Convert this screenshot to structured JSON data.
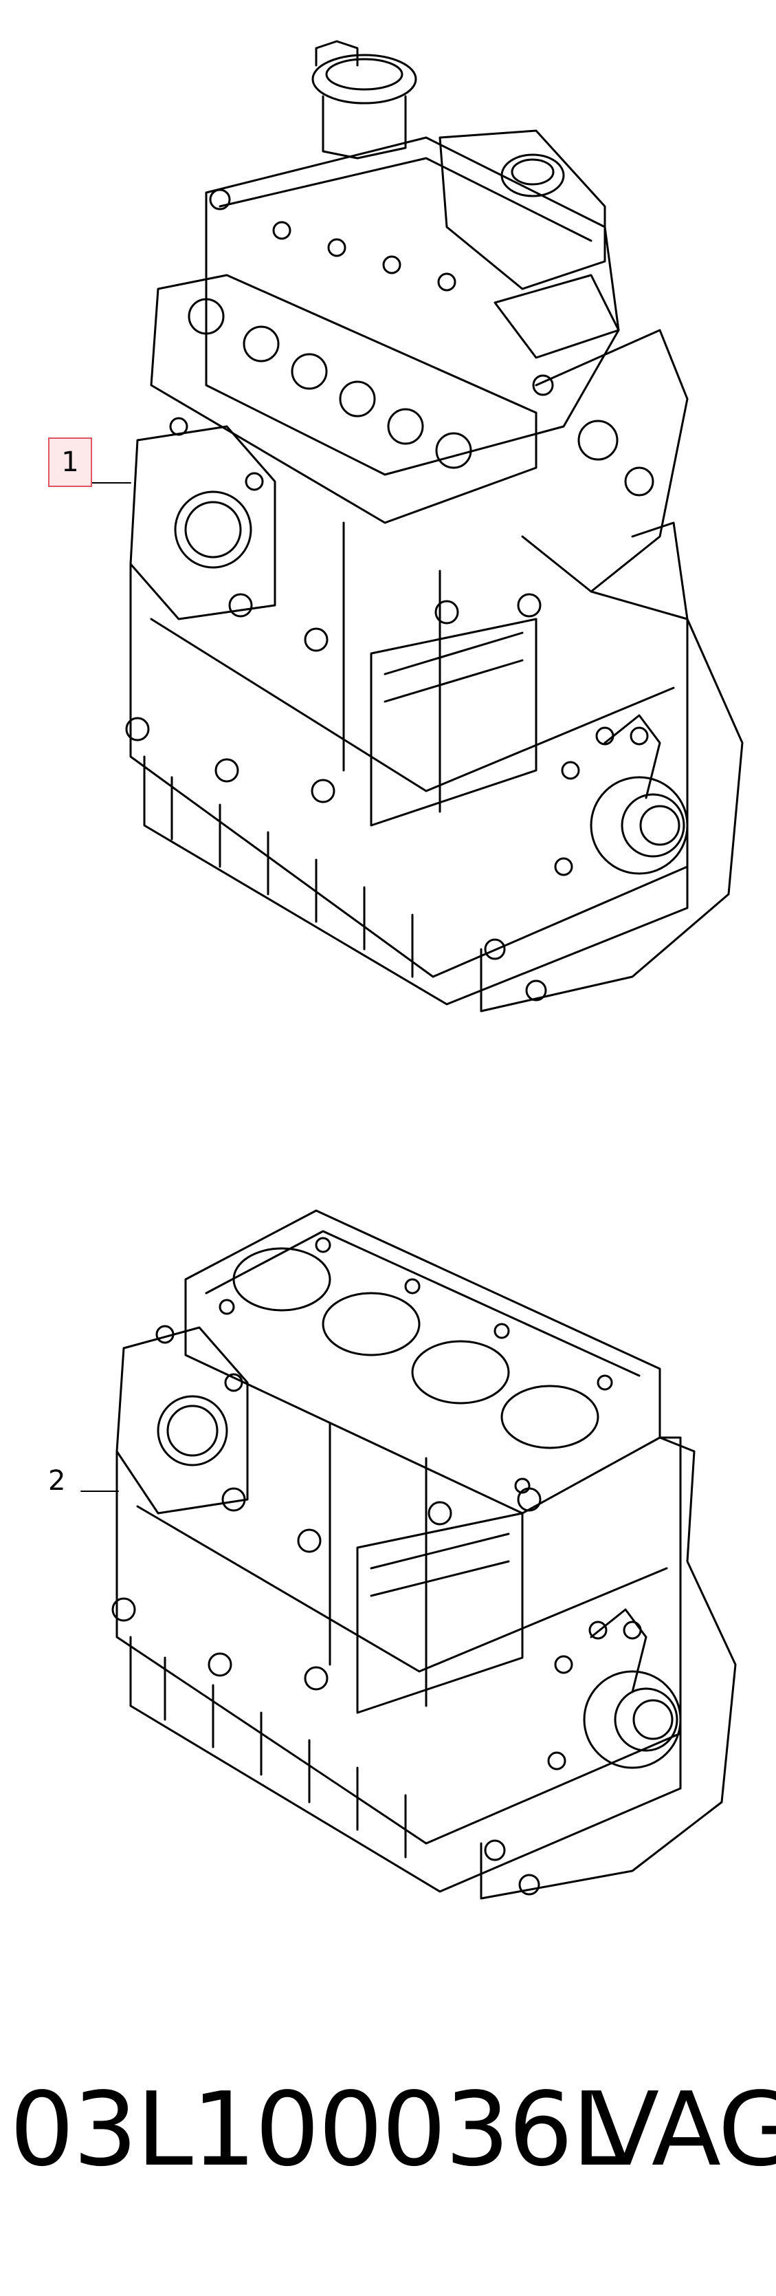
{
  "callouts": {
    "item1": "1",
    "item2": "2"
  },
  "footer": {
    "part_number": "03L100036L",
    "brand": "VAG"
  },
  "colors": {
    "line": "#000000",
    "highlight_border": "#e0545f",
    "highlight_fill": "#fde9ea"
  }
}
